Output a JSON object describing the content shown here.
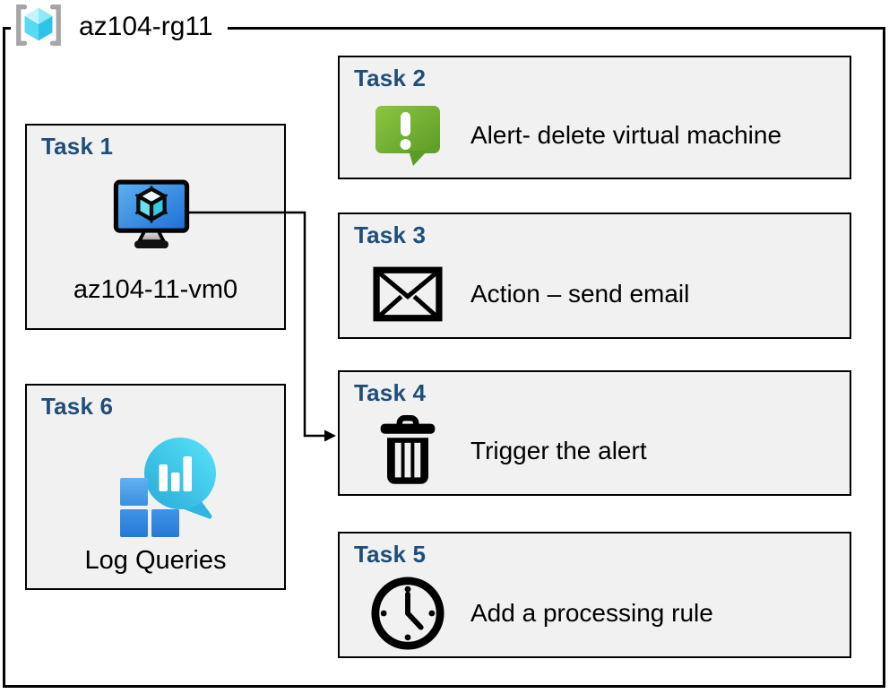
{
  "resource_group": {
    "name": "az104-rg11",
    "icon": "resource-group-icon"
  },
  "tasks": [
    {
      "heading": "Task 1",
      "label": "az104-11-vm0",
      "icon": "virtual-machine-icon"
    },
    {
      "heading": "Task 2",
      "label": "Alert- delete virtual machine",
      "icon": "alert-message-icon"
    },
    {
      "heading": "Task 3",
      "label": "Action – send email",
      "icon": "email-envelope-icon"
    },
    {
      "heading": "Task 4",
      "label": "Trigger the alert",
      "icon": "trash-icon"
    },
    {
      "heading": "Task 5",
      "label": "Add a processing rule",
      "icon": "clock-icon"
    },
    {
      "heading": "Task 6",
      "label": "Log Queries",
      "icon": "log-queries-icon"
    }
  ],
  "connector": {
    "from": "Task 1 virtual machine",
    "to": "Task 4"
  },
  "colors": {
    "heading_blue": "#1F4E7A",
    "box_fill": "#F1F1F1",
    "border_black": "#000000",
    "alert_green": "#6FB22E",
    "vm_screen_blue": "#2E86DC",
    "log_square_blue": "#3B8FE4",
    "log_balloon_teal": "#38C8E8",
    "rg_cube_cyan": "#50E6FF",
    "bracket_gray": "#A6A6A6"
  }
}
